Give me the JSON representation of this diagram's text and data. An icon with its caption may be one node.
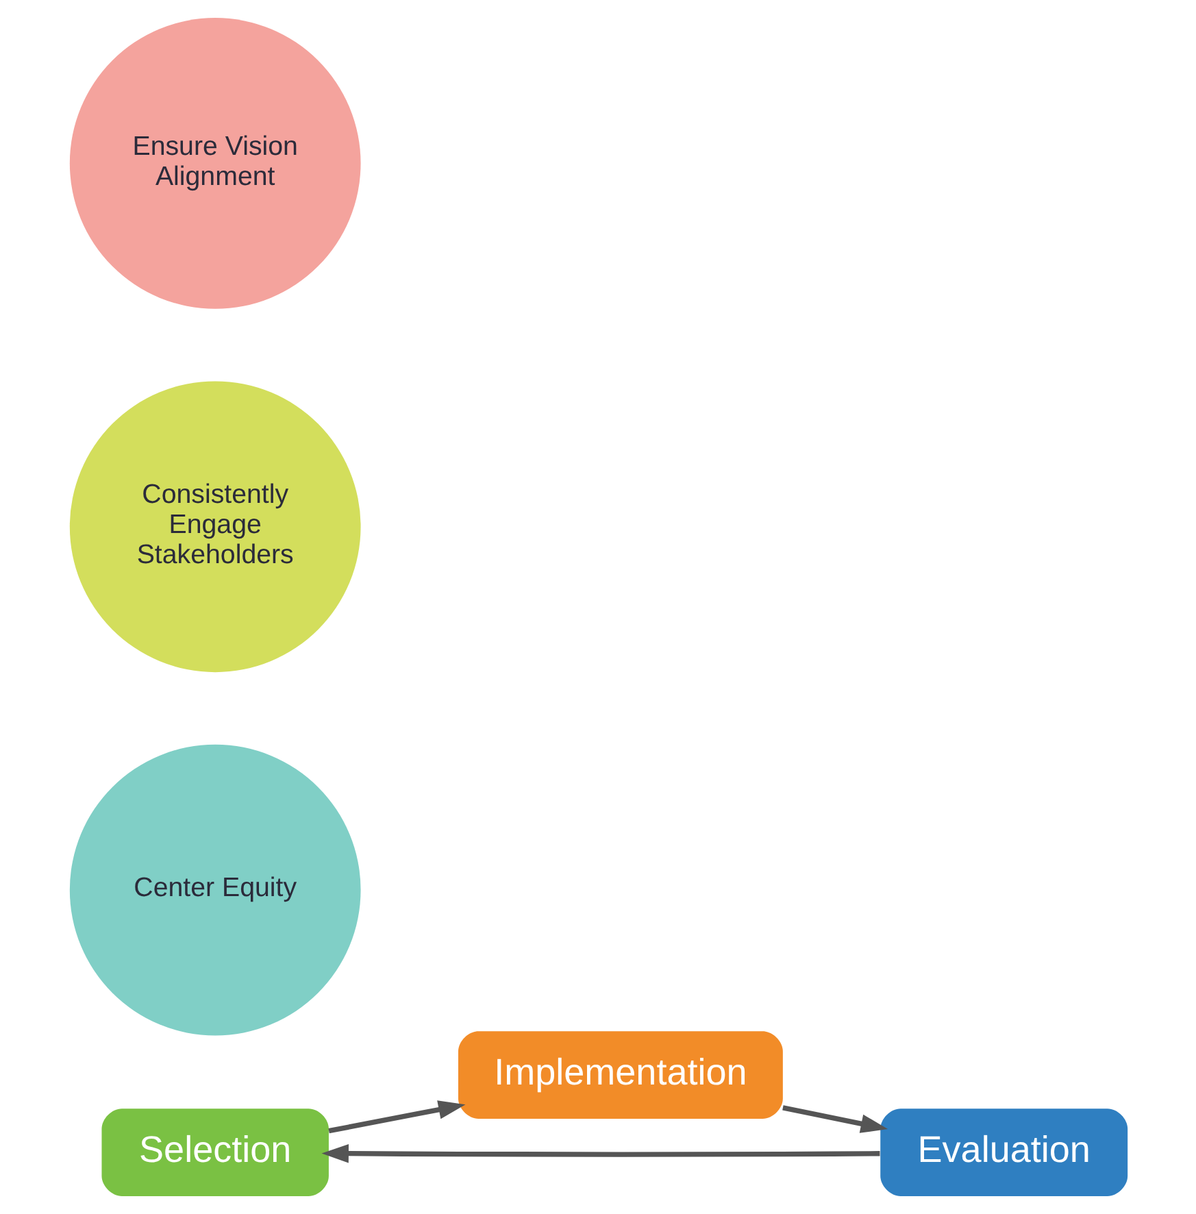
{
  "diagram": {
    "nodes": [
      {
        "text": [
          "Selection"
        ]
      },
      {
        "text": [
          "Implementation"
        ]
      },
      {
        "text": [
          "Evaluation"
        ]
      },
      {
        "text": [
          "Center Equity"
        ]
      },
      {
        "text": [
          "Consistently Engage Stakeholders"
        ]
      },
      {
        "text": [
          "Ensure Vision Alignment"
        ]
      }
    ],
    "edges": [
      {
        "from": 0,
        "to": 1,
        "arrow": "to"
      },
      {
        "from": 1,
        "to": 2,
        "arrow": "to"
      },
      {
        "from": 2,
        "to": 0,
        "arrow": "to"
      }
    ]
  }
}
